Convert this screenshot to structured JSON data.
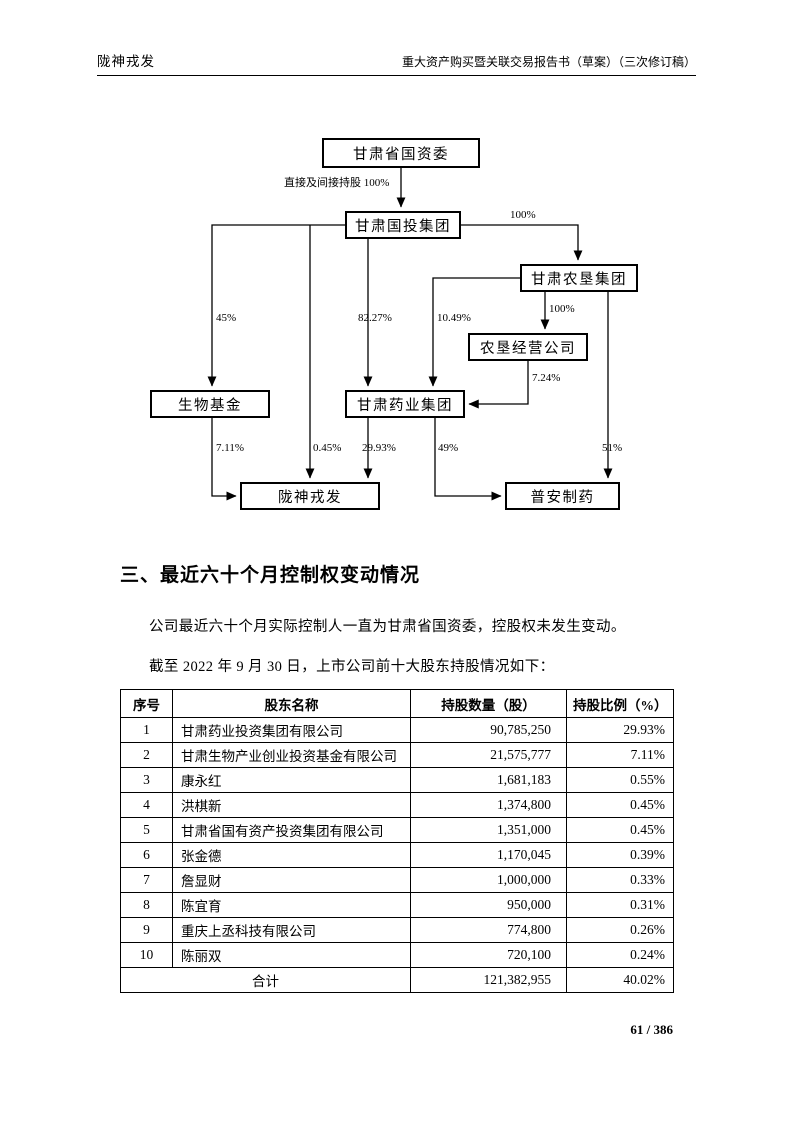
{
  "header": {
    "left": "陇神戎发",
    "right": "重大资产购买暨关联交易报告书（草案）（三次修订稿）"
  },
  "chart": {
    "nodes": {
      "gzw": "甘肃省国资委",
      "gt": "甘肃国投集团",
      "nk": "甘肃农垦集团",
      "nkjy": "农垦经营公司",
      "swjj": "生物基金",
      "yy": "甘肃药业集团",
      "lsrf": "陇神戎发",
      "pa": "普安制药"
    },
    "edges": {
      "direct": "直接及间接持股 100%",
      "e100r": "100%",
      "e100n": "100%",
      "e45": "45%",
      "e8227": "82.27%",
      "e1049": "10.49%",
      "e724": "7.24%",
      "e711": "7.11%",
      "e045": "0.45%",
      "e2993": "29.93%",
      "e49": "49%",
      "e51": "51%"
    }
  },
  "section": {
    "heading": "三、最近六十个月控制权变动情况",
    "para1": "公司最近六十个月实际控制人一直为甘肃省国资委，控股权未发生变动。",
    "para2": "截至 2022 年 9 月 30 日，上市公司前十大股东持股情况如下："
  },
  "table": {
    "headers": [
      "序号",
      "股东名称",
      "持股数量（股）",
      "持股比例（%）"
    ],
    "rows": [
      [
        "1",
        "甘肃药业投资集团有限公司",
        "90,785,250",
        "29.93%"
      ],
      [
        "2",
        "甘肃生物产业创业投资基金有限公司",
        "21,575,777",
        "7.11%"
      ],
      [
        "3",
        "康永红",
        "1,681,183",
        "0.55%"
      ],
      [
        "4",
        "洪棋新",
        "1,374,800",
        "0.45%"
      ],
      [
        "5",
        "甘肃省国有资产投资集团有限公司",
        "1,351,000",
        "0.45%"
      ],
      [
        "6",
        "张金德",
        "1,170,045",
        "0.39%"
      ],
      [
        "7",
        "詹显财",
        "1,000,000",
        "0.33%"
      ],
      [
        "8",
        "陈宜育",
        "950,000",
        "0.31%"
      ],
      [
        "9",
        "重庆上丞科技有限公司",
        "774,800",
        "0.26%"
      ],
      [
        "10",
        "陈丽双",
        "720,100",
        "0.24%"
      ]
    ],
    "total": [
      "合计",
      "121,382,955",
      "40.02%"
    ]
  },
  "footer": {
    "page": "61 / 386"
  }
}
